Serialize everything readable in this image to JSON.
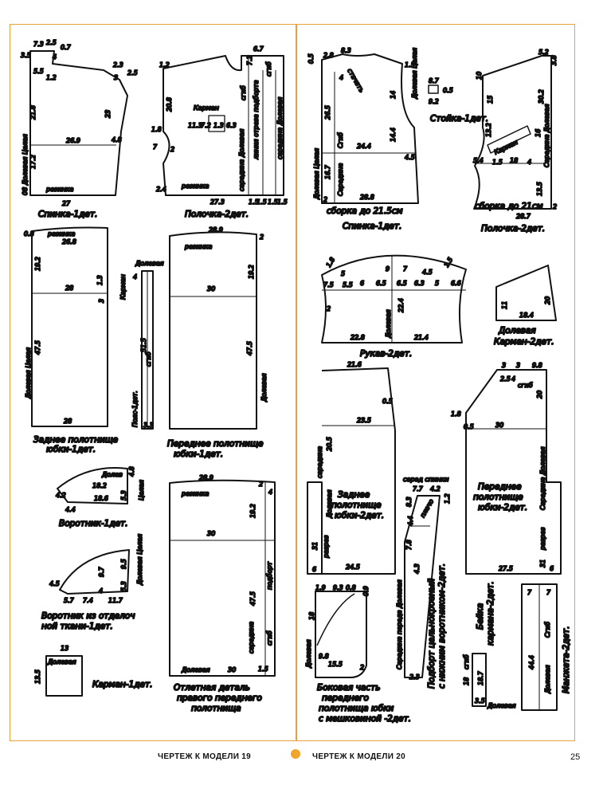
{
  "footer": {
    "left": "ЧЕРТЕЖ К МОДЕЛИ 19",
    "right": "ЧЕРТЕЖ К МОДЕЛИ 20",
    "page": "25",
    "accent_color": "#f0a52b",
    "frame_color": "#e9a23b"
  },
  "pieces": {
    "back19": {
      "caption": "Спинка-1дет.",
      "label_elastic": "резинка",
      "label_grain": "08 Долевая Целая",
      "dims": [
        "7.3",
        "2.5",
        "0.7",
        "3.5",
        "4",
        "5.5",
        "1.2",
        "2.3",
        "3",
        "2.5",
        "21.8",
        "23",
        "26.9",
        "4.8",
        "17.2",
        "27"
      ]
    },
    "front19": {
      "caption": "Полочка-2дет.",
      "label_pocket": "Карман",
      "label_elastic": "резинка",
      "label_center": "середина Долевая",
      "label_fold": "сгиб",
      "label_strip": "линия отреза подбортa",
      "label_center2": "середина Долевая",
      "dims": [
        "6.7",
        "1.2",
        "7.2",
        "20.8",
        "11.3",
        "7.2",
        "1.3",
        "6.3",
        "1.8",
        "7",
        "2.4",
        "2",
        "27.3",
        "1.5",
        "1.5",
        "1.5",
        "1.5"
      ]
    },
    "backskirt19": {
      "caption_1": "Заднее полотнище",
      "caption_2": "юбки-1дет.",
      "label_elastic": "резинка",
      "label_grain": "Долевая Целая",
      "label_pocket": "Карман",
      "dims": [
        "0.8",
        "26.8",
        "19.2",
        "28",
        "1.3",
        "3",
        "47.5",
        "28"
      ]
    },
    "belt19": {
      "caption": "Пояс-1дет.",
      "label_grain": "Долевая",
      "label_fold": "сгиб",
      "dims": [
        "4",
        "51.5",
        "3.3"
      ]
    },
    "frontskirt19": {
      "caption_1": "Переднее полотнище",
      "caption_2": "юбки-1дет.",
      "label_elastic": "резинка",
      "label_grain": "Долевая",
      "dims": [
        "28.9",
        "2",
        "19.2",
        "30",
        "47.5"
      ]
    },
    "collar19": {
      "caption": "Воротник-1дет.",
      "label_grain": "Долев",
      "label_whole": "Целая",
      "dims": [
        "18.2",
        "18.6",
        "4.2",
        "4.4",
        "5.3",
        "4.8"
      ]
    },
    "collar19b": {
      "caption_1": "Воротник из отделоч",
      "caption_2": "ной ткани-1дет.",
      "label_grain": "Долевая Целая",
      "dims": [
        "4.5",
        "5.7",
        "7.4",
        "4",
        "11.7",
        "9.7",
        "9.5",
        "5.3"
      ]
    },
    "pocket19": {
      "caption": "Карман-1дет.",
      "label_grain": "Долевая",
      "dims": [
        "13",
        "13.5"
      ]
    },
    "facing19": {
      "caption_1": "Отлетная деталь",
      "caption_2": "правого переднего",
      "caption_3": "полотнища",
      "label_elastic": "резинка",
      "label_center": "середина",
      "label_hem": "подборт",
      "label_fold": "сгиб",
      "label_grain": "Долевая",
      "dims": [
        "28.9",
        "2",
        "4",
        "19.2",
        "30",
        "47.5",
        "30",
        "1.5"
      ]
    },
    "back20": {
      "caption": "Спинка-1дет.",
      "caption_gather": "сборка до 21.5см",
      "label_grain": "Долевая Целая",
      "label_center": "Середина",
      "label_fold": "Сгиб",
      "label_seam": "стачать",
      "dims": [
        "0.5",
        "2.8",
        "8.3",
        "1.5",
        "4",
        "26.5",
        "14.4",
        "24.4",
        "4.5",
        "16.7",
        "2",
        "28.8",
        "14"
      ]
    },
    "collarstand20": {
      "caption": "Стойка-1дет.",
      "label_grain": "Долевая Целая",
      "dims": [
        "8.7",
        "9.2",
        "0.5"
      ]
    },
    "front20": {
      "caption": "Полочка-2дет.",
      "caption_gather": "сборка до 21см",
      "label_pocket": "Карман",
      "label_center": "Середина Долевая",
      "dims": [
        "5.2",
        "3.8",
        "15",
        "30.2",
        "13.2",
        "16",
        "5.4",
        "1.5",
        "18",
        "4",
        "13.5",
        "28.7",
        "2",
        "10"
      ]
    },
    "sleeve20": {
      "caption": "Рукав-2дет.",
      "label_grain": "Долевая",
      "dims": [
        "1.8",
        "7.5",
        "5",
        "5.5",
        "6",
        "9",
        "6.5",
        "6.5",
        "6.3",
        "7",
        "5",
        "6.6",
        "4.5",
        "1.5",
        "2",
        "22.4",
        "22.8",
        "21.4"
      ]
    },
    "pocket20": {
      "caption_1": "Долевая",
      "caption_2": "Карман-2дет.",
      "dims": [
        "11",
        "18.4",
        "20"
      ]
    },
    "backskirt20": {
      "caption_1": "Заднее",
      "caption_2": "полотнище",
      "caption_3": "юбки-2дет.",
      "label_center": "середина",
      "label_grain": "Долевая",
      "label_slit": "разрез",
      "dims": [
        "21.6",
        "0.5",
        "23.5",
        "20.5",
        "31",
        "6",
        "24.5"
      ]
    },
    "frontskirt20": {
      "caption_1": "Переднее",
      "caption_2": "полотнище",
      "caption_3": "юбки-2дет.",
      "label_center": "Середина Долевая",
      "label_slit": "разрез",
      "label_fold": "сгиб",
      "dims": [
        "3",
        "3",
        "9.8",
        "2.5",
        "4",
        "1.8",
        "0.5",
        "30",
        "20",
        "31",
        "27.5",
        "6"
      ]
    },
    "facing20": {
      "caption_1": "Подборт цельнокроеный",
      "caption_2": "с нижним воротником-2дет.",
      "label_back_center": "серед спинки",
      "label_shoulder": "плечо",
      "label_front_center": "Середина переда Долевая",
      "dims": [
        "7.7",
        "4.2",
        "1.2",
        "8.3",
        "4.4",
        "7.8",
        "4.3",
        "2.3"
      ]
    },
    "side20": {
      "caption_1": "Боковая часть",
      "caption_2": "переднего",
      "caption_3": "полотнища юбки",
      "caption_4": "с мешковиной -2дет.",
      "label_grain": "Долевая",
      "dims": [
        "1.9",
        "9.3",
        "0.8",
        "0.9",
        "18",
        "9.8",
        "15.5",
        "2"
      ]
    },
    "binding20": {
      "caption_1": "Бейка",
      "caption_2": "кармана-2дет.",
      "label_fold": "сгиб",
      "label_grain": "Долевая",
      "dims": [
        "18",
        "18.7",
        "3.5"
      ]
    },
    "cuff20": {
      "caption": "Манжета-2дет.",
      "label_grain": "Долевая",
      "label_fold": "Сгиб",
      "dims": [
        "7",
        "7",
        "44.4"
      ]
    }
  }
}
